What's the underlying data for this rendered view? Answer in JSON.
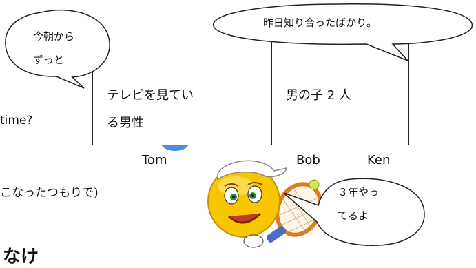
{
  "fragments": {
    "question": "time?",
    "note": "こなったつもりで)",
    "bottom": "なけ"
  },
  "boxes": {
    "tv_man": "テレビを見てい\nる男性",
    "two_boys": "男の子 2 人"
  },
  "names": {
    "tom": "Tom",
    "bob": "Bob",
    "ken": "Ken"
  },
  "bubbles": {
    "since_morning": "今朝から\nずっと",
    "met_yesterday": "昨日知り合ったばかり。",
    "three_years": "３年やっ\nてるよ"
  },
  "colors": {
    "smiley_face": "#f7c600",
    "cap": "#ffffff",
    "racket_frame": "#e07b1a",
    "blue_shape": "#4a90d9"
  },
  "icons": [
    "smiley-tennis-player-icon",
    "tennis-racket-icon",
    "tennis-ball-icon"
  ]
}
